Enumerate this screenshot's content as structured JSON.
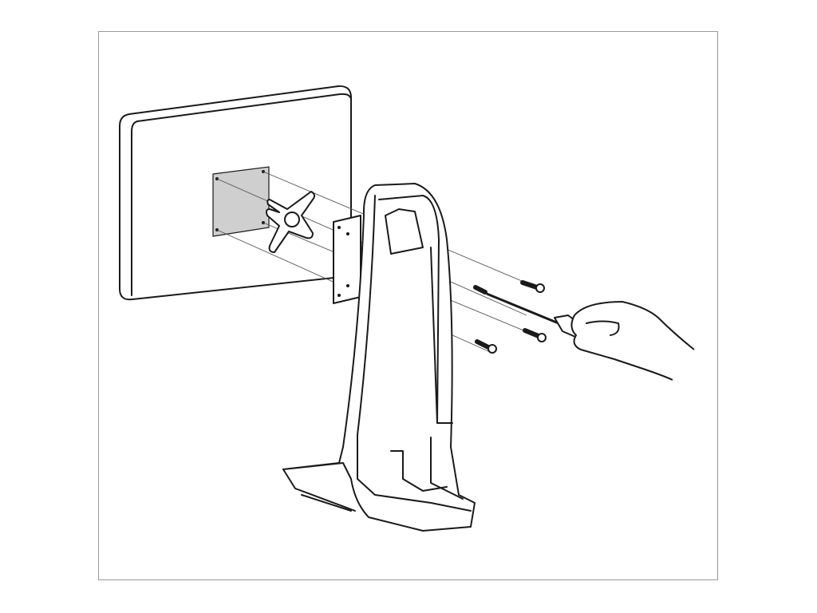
{
  "figure": {
    "subject": "",
    "colors": {
      "background": "#ffffff",
      "frame": "#9a9a9a",
      "line": "#1a1a1a",
      "mount_plate": "#cfcfcf",
      "leader_lines": "#555555"
    },
    "icons": [
      "monitor-back",
      "vesa-plate",
      "x-adapter",
      "arm-plate",
      "stand",
      "screw",
      "screwdriver",
      "hand"
    ]
  }
}
